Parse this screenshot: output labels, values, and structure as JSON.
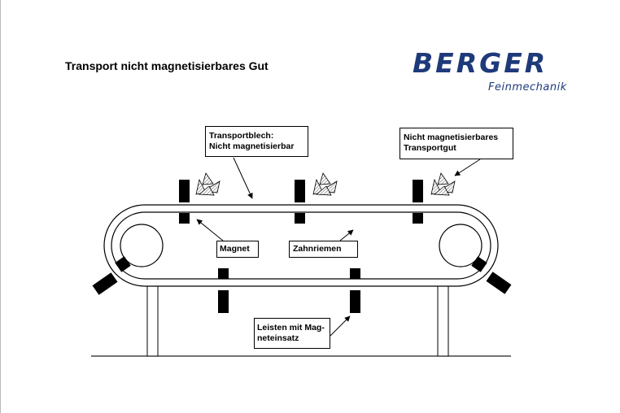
{
  "title": "Transport nicht magnetisierbares Gut",
  "brand": {
    "name": "BERGER",
    "subtitle": "Feinmechanik",
    "color": "#1e3a7a"
  },
  "labels": {
    "transportblech_line1": "Transportblech:",
    "transportblech_line2": "Nicht magnetisierbar",
    "transportgut_line1": "Nicht magnetisierbares",
    "transportgut_line2": "Transportgut",
    "magnet": "Magnet",
    "zahnriemen": "Zahnriemen",
    "leisten_line1": "Leisten mit Mag-",
    "leisten_line2": "neteinsatz"
  }
}
